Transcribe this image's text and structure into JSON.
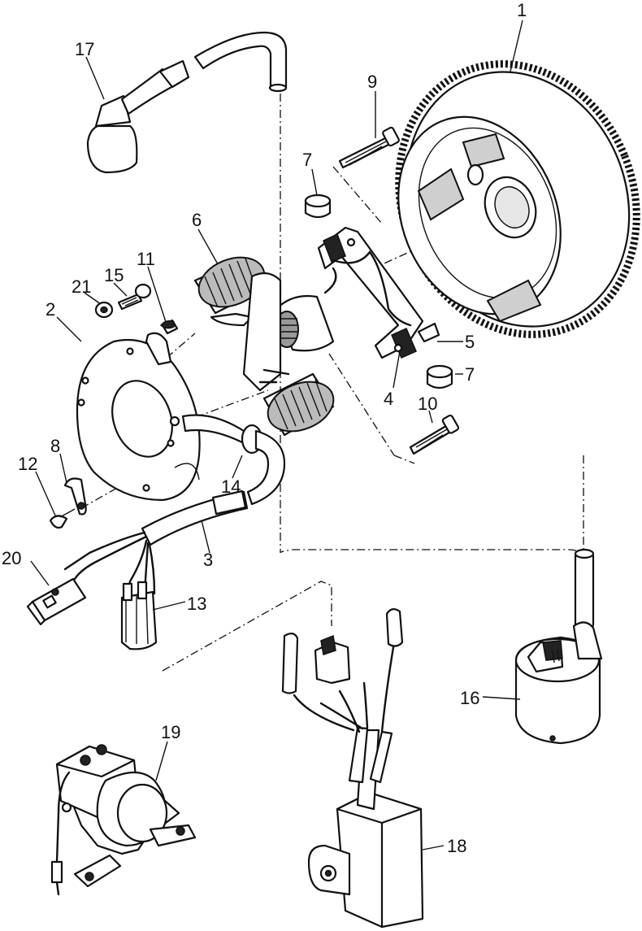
{
  "callouts": [
    {
      "id": "1",
      "label": "1"
    },
    {
      "id": "2",
      "label": "2"
    },
    {
      "id": "3",
      "label": "3"
    },
    {
      "id": "4",
      "label": "4"
    },
    {
      "id": "5",
      "label": "5"
    },
    {
      "id": "6",
      "label": "6"
    },
    {
      "id": "7a",
      "label": "7"
    },
    {
      "id": "7b",
      "label": "7"
    },
    {
      "id": "8",
      "label": "8"
    },
    {
      "id": "9",
      "label": "9"
    },
    {
      "id": "10",
      "label": "10"
    },
    {
      "id": "11",
      "label": "11"
    },
    {
      "id": "12",
      "label": "12"
    },
    {
      "id": "13",
      "label": "13"
    },
    {
      "id": "14",
      "label": "14"
    },
    {
      "id": "15",
      "label": "15"
    },
    {
      "id": "16",
      "label": "16"
    },
    {
      "id": "17",
      "label": "17"
    },
    {
      "id": "18",
      "label": "18"
    },
    {
      "id": "19",
      "label": "19"
    },
    {
      "id": "20",
      "label": "20"
    },
    {
      "id": "21",
      "label": "21"
    }
  ]
}
